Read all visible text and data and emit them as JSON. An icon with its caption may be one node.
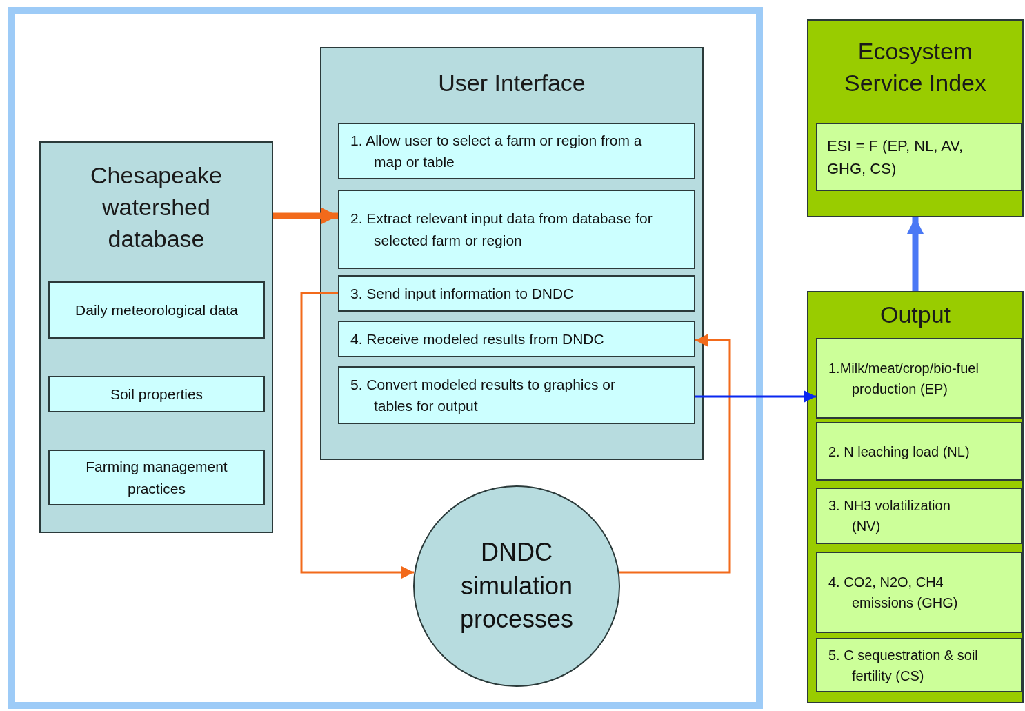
{
  "diagram": {
    "nodes": [
      {
        "text": [
          "Chesapeake watershed database"
        ]
      },
      {
        "text": [
          "Daily meteorological data"
        ],
        "in": 0
      },
      {
        "text": [
          "Soil properties"
        ],
        "in": 0
      },
      {
        "text": [
          "Farming management practices"
        ],
        "in": 0
      },
      {
        "text": [
          "User Interface"
        ]
      },
      {
        "text": [
          "1. Allow user to select a farm or region from a map or table"
        ],
        "in": 4
      },
      {
        "text": [
          "2. Extract relevant input data from database for selected farm or region"
        ],
        "in": 4
      },
      {
        "text": [
          "3. Send input information to DNDC"
        ],
        "in": 4
      },
      {
        "text": [
          "4. Receive modeled results from DNDC"
        ],
        "in": 4
      },
      {
        "text": [
          "5. Convert modeled results to graphics or tables for output"
        ],
        "in": 4
      },
      {
        "text": [
          "DNDC simulation processes"
        ]
      },
      {
        "text": [
          "Ecosystem Service Index"
        ]
      },
      {
        "text": [
          "ESI = F (EP, NL, AV, GHG, CS)"
        ],
        "in": 11
      },
      {
        "text": [
          "Output"
        ]
      },
      {
        "text": [
          "1.Milk/meat/crop/bio-fuel production (EP)"
        ],
        "in": 13
      },
      {
        "text": [
          "2. N leaching load (NL)"
        ],
        "in": 13
      },
      {
        "text": [
          "3. NH3 volatilization (NV)"
        ],
        "in": 13
      },
      {
        "text": [
          "4. CO2, N2O, CH4 emissions (GHG)"
        ],
        "in": 13
      },
      {
        "text": [
          "5. C sequestration & soil fertility (CS)"
        ],
        "in": 13
      }
    ],
    "edges": [
      {
        "from": 0,
        "to": 6,
        "arrow": "to",
        "style": "thick"
      },
      {
        "from": 7,
        "to": 10,
        "arrow": "to"
      },
      {
        "from": 10,
        "to": 8,
        "arrow": "to"
      },
      {
        "from": 9,
        "to": 14,
        "arrow": "to",
        "color": "#0a28f0"
      },
      {
        "from": 13,
        "to": 11,
        "arrow": "to",
        "style": "thick",
        "color": "#4a78f5"
      }
    ]
  }
}
